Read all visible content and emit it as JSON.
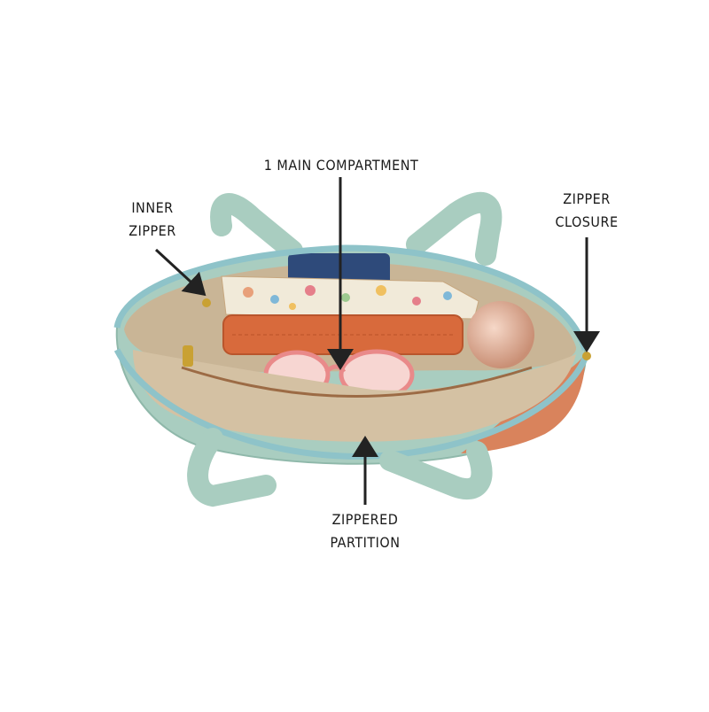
{
  "callouts": {
    "main_compartment": "1 MAIN COMPARTMENT",
    "inner_zipper": [
      "INNER",
      "ZIPPER"
    ],
    "zipper_closure": [
      "ZIPPER",
      "CLOSURE"
    ],
    "zippered_partition": [
      "ZIPPERED",
      "PARTITION"
    ]
  },
  "colors": {
    "bag_mint": "#a9cdc0",
    "bag_mint_dark": "#8fb8aa",
    "bag_coral": "#d9835c",
    "lining_tan": "#c9b596",
    "lining_dark": "#b39e7e",
    "zipper_teal": "#8ec3c9",
    "wallet_orange": "#d86a3c",
    "sunglasses_pink": "#e98a8a",
    "compact_rose": "#e7b49b",
    "pouch_floral": "#f1ead9",
    "phone_blue": "#2e4a7a",
    "arrow": "#222222"
  }
}
